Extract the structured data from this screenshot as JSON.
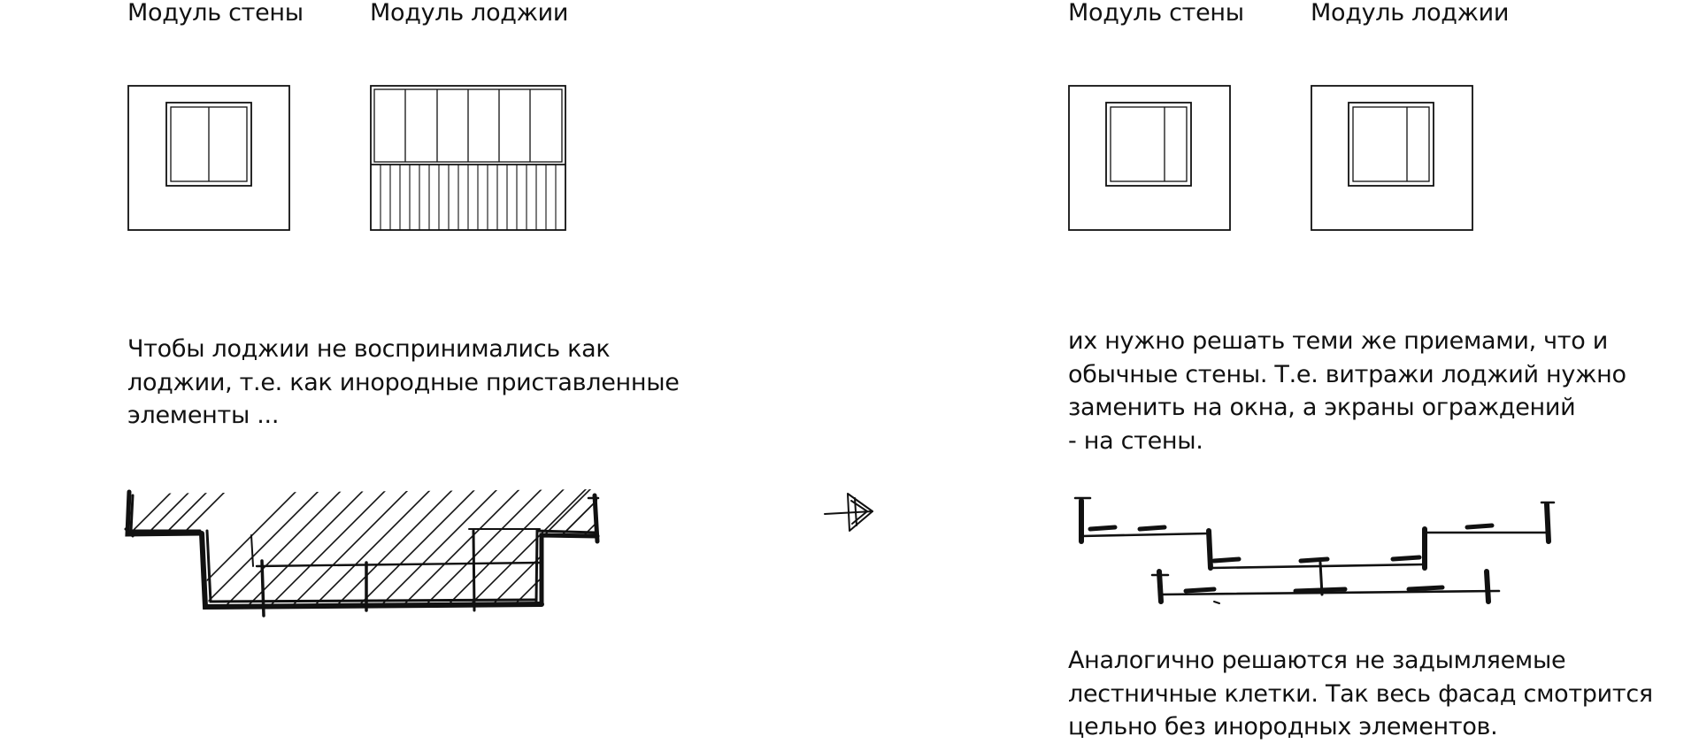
{
  "labels": {
    "left_wall": "Модуль стены",
    "left_loggia": "Модуль лоджии",
    "right_wall": "Модуль стены",
    "right_loggia": "Модуль лоджии"
  },
  "left_text": {
    "lines": [
      "Чтобы лоджии не воспринимались как",
      "лоджии, т.е. как инородные приставленные",
      "элементы ..."
    ]
  },
  "right_text_top": {
    "lines": [
      "их нужно решать теми же приемами, что и",
      "обычные стены. Т.е. витражи лоджий нужно",
      "заменить на окна, а экраны ограждений",
      "- на стены."
    ]
  },
  "right_text_bottom": {
    "lines": [
      "Аналогично решаются не задымляемые",
      "лестничные клетки. Так весь фасад смотрится",
      "цельно без инородных элементов."
    ]
  },
  "colors": {
    "ink": "#111111",
    "background": "#ffffff"
  },
  "icons": {
    "arrow": "arrow-right-icon"
  }
}
